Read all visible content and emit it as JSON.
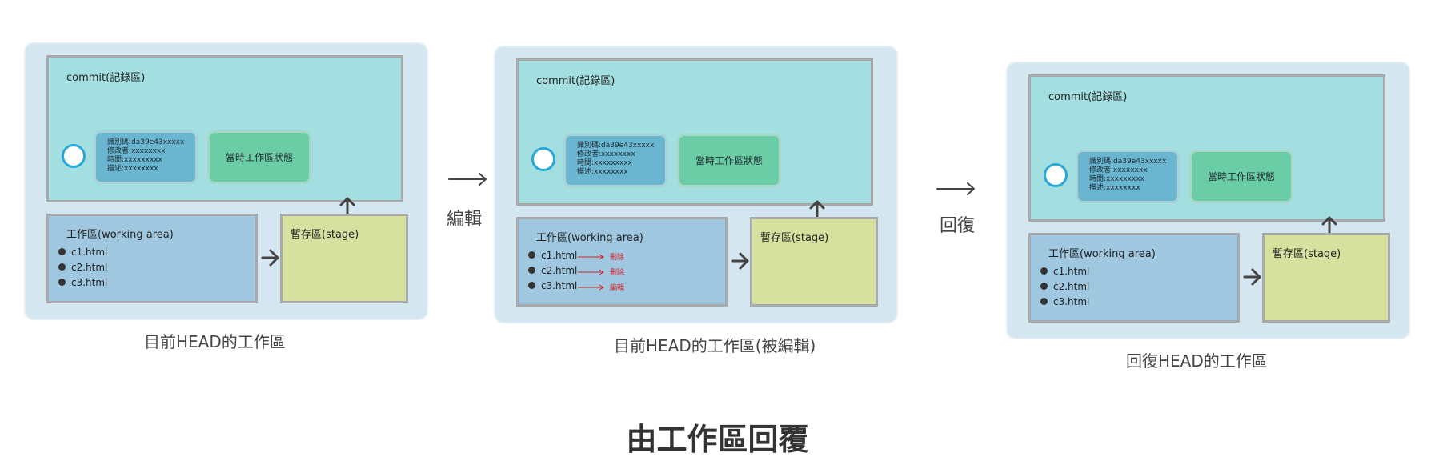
{
  "title": "由工作區回覆",
  "transitions": [
    {
      "label": "編輯"
    },
    {
      "label": "回復"
    }
  ],
  "panels": [
    {
      "caption": "目前HEAD的工作區",
      "commit_label": "commit(記錄區)",
      "info_lines": [
        "識別碼:da39e43xxxxx",
        "修改者:xxxxxxxx",
        "時間:xxxxxxxxx",
        "描述:xxxxxxxx"
      ],
      "state_label": "當時工作區狀態",
      "working_label": "工作區(working area)",
      "stage_label": "暫存區(stage)",
      "files": [
        {
          "name": "c1.html",
          "tag": ""
        },
        {
          "name": "c2.html",
          "tag": ""
        },
        {
          "name": "c3.html",
          "tag": ""
        }
      ]
    },
    {
      "caption": "目前HEAD的工作區(被編輯)",
      "commit_label": "commit(記錄區)",
      "info_lines": [
        "識別碼:da39e43xxxxx",
        "修改者:xxxxxxxx",
        "時間:xxxxxxxxx",
        "描述:xxxxxxxx"
      ],
      "state_label": "當時工作區狀態",
      "working_label": "工作區(working area)",
      "stage_label": "暫存區(stage)",
      "files": [
        {
          "name": "c1.html",
          "tag": "刪除"
        },
        {
          "name": "c2.html",
          "tag": "刪除"
        },
        {
          "name": "c3.html",
          "tag": "編輯"
        }
      ]
    },
    {
      "caption": "回復HEAD的工作區",
      "commit_label": "commit(記錄區)",
      "info_lines": [
        "識別碼:da39e43xxxxx",
        "修改者:xxxxxxxx",
        "時間:xxxxxxxxx",
        "描述:xxxxxxxx"
      ],
      "state_label": "當時工作區狀態",
      "working_label": "工作區(working area)",
      "stage_label": "暫存區(stage)",
      "files": [
        {
          "name": "c1.html",
          "tag": ""
        },
        {
          "name": "c2.html",
          "tag": ""
        },
        {
          "name": "c3.html",
          "tag": ""
        }
      ]
    }
  ],
  "colors": {
    "panel_bg": "#d4e7f0",
    "commit_area": "#a3dfe0",
    "info_box": "#6ab6d1",
    "state_box": "#6acda5",
    "working_area": "#9fc8e0",
    "stage_area": "#d6e09f",
    "tag_red": "#d0202a",
    "circle_blue": "#29a8d8"
  }
}
